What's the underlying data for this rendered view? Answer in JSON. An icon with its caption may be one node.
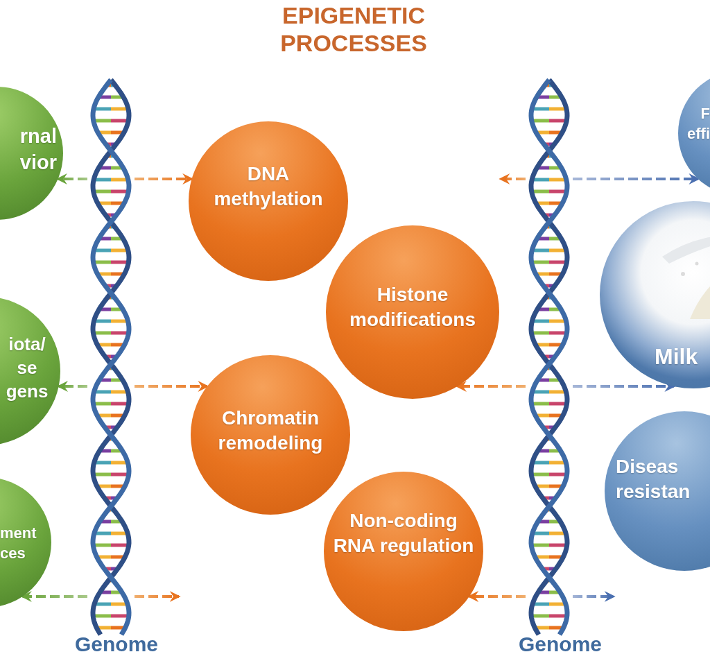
{
  "diagram": {
    "title": "EPIGENETIC PROCESSES",
    "nodes": [
      {
        "text": [
          "rnal vior"
        ]
      },
      {
        "text": [
          "iota/ se gens"
        ]
      },
      {
        "text": [
          "ment ces"
        ]
      },
      {
        "text": [],
        "shape": "picture",
        "beside": [
          "Genome"
        ]
      },
      {
        "text": [
          "DNA methylation"
        ]
      },
      {
        "text": [
          "Histone modifications"
        ]
      },
      {
        "text": [
          "Chromatin remodeling"
        ]
      },
      {
        "text": [
          "Non-coding RNA regulation"
        ]
      },
      {
        "text": [],
        "shape": "picture",
        "beside": [
          "Genome"
        ]
      },
      {
        "text": [
          "F effi"
        ]
      },
      {
        "text": [
          "Milk"
        ]
      },
      {
        "text": [
          "Diseas resistan"
        ]
      }
    ],
    "edges": [
      {
        "from": 3,
        "to": 0,
        "arrow": "to",
        "style": "dashed"
      },
      {
        "from": 3,
        "to": 4,
        "arrow": "to",
        "style": "dashed"
      },
      {
        "from": 3,
        "to": 1,
        "arrow": "to",
        "style": "dashed"
      },
      {
        "from": 3,
        "to": 6,
        "arrow": "to",
        "style": "dashed"
      },
      {
        "from": 3,
        "to": 2,
        "arrow": "to",
        "style": "dashed"
      },
      {
        "from": 3,
        "to": null,
        "arrow": "to",
        "style": "dashed"
      },
      {
        "from": 8,
        "to": null,
        "arrow": "to",
        "style": "dashed"
      },
      {
        "from": 8,
        "to": 9,
        "arrow": "to",
        "style": "dashed"
      },
      {
        "from": 8,
        "to": 5,
        "arrow": "to",
        "style": "dashed"
      },
      {
        "from": 8,
        "to": 10,
        "arrow": "to",
        "style": "dashed"
      },
      {
        "from": 8,
        "to": 7,
        "arrow": "to",
        "style": "dashed"
      },
      {
        "from": 8,
        "to": null,
        "arrow": "to",
        "style": "dashed"
      }
    ]
  }
}
